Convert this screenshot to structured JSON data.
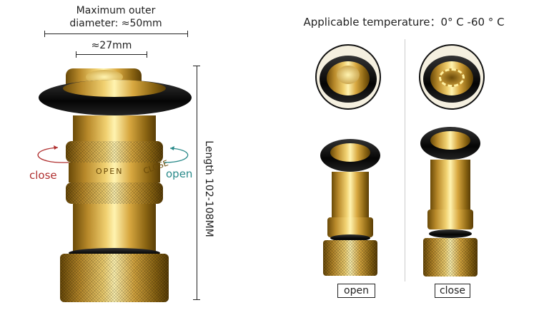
{
  "left": {
    "max_diameter_label": "Maximum outer\ndiameter: ≈50mm",
    "max_diameter_line1": "Maximum outer",
    "max_diameter_line2": "diameter: ≈50mm",
    "inner_diameter_label": "≈27mm",
    "length_label": "Length 102-108MM",
    "close_label": "close",
    "open_label": "open",
    "engraving_open": "OPEN",
    "engraving_close": "CLOSE"
  },
  "right": {
    "temperature_label": "Applicable temperature：0° C -60 ° C",
    "open_caption": "open",
    "close_caption": "close"
  },
  "colors": {
    "close_arrow": "#b03030",
    "open_arrow": "#2a8a8a",
    "brass": "#d8a840"
  }
}
